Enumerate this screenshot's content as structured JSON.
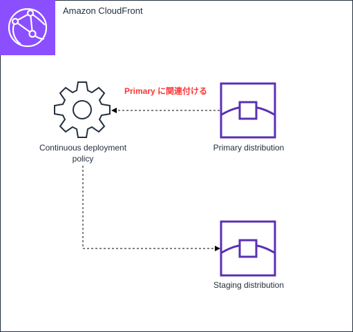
{
  "group": {
    "title": "Amazon CloudFront",
    "icon": "cloudfront-icon",
    "accent_color": "#8c4fff",
    "border_color": "#232f3e"
  },
  "nodes": {
    "policy": {
      "label_line1": "Continuous deployment",
      "label_line2": "policy",
      "icon": "gear-icon"
    },
    "primary": {
      "label": "Primary distribution",
      "icon": "distribution-icon"
    },
    "staging": {
      "label": "Staging distribution",
      "icon": "distribution-icon"
    }
  },
  "edges": {
    "primary_to_policy": {
      "label": "Primary に関連付ける",
      "label_color": "#ff3333",
      "style": "dashed"
    },
    "policy_to_staging": {
      "label": "",
      "style": "dashed"
    }
  }
}
